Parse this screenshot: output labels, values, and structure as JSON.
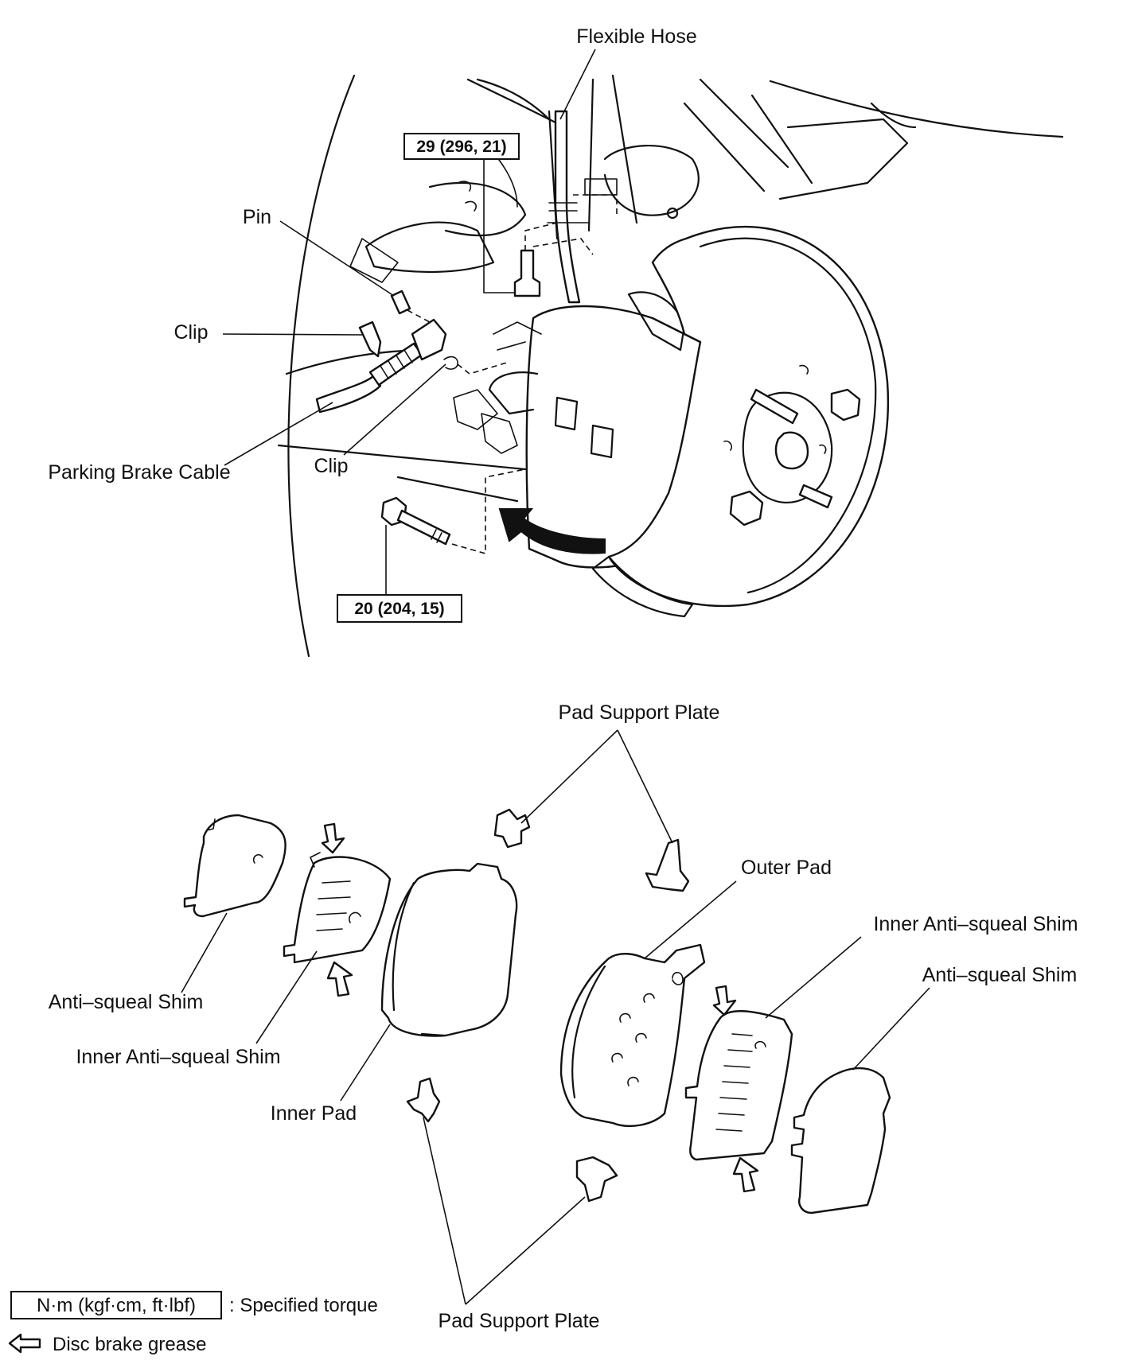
{
  "labels": {
    "flexible_hose": "Flexible Hose",
    "pin": "Pin",
    "clip_upper": "Clip",
    "clip_lower": "Clip",
    "parking_brake_cable": "Parking Brake Cable",
    "pad_support_plate_top": "Pad Support Plate",
    "outer_pad": "Outer Pad",
    "inner_anti_squeal_shim_right": "Inner Anti–squeal Shim",
    "anti_squeal_shim_right": "Anti–squeal Shim",
    "anti_squeal_shim_left": "Anti–squeal Shim",
    "inner_anti_squeal_shim_left": "Inner Anti–squeal Shim",
    "inner_pad": "Inner Pad",
    "pad_support_plate_bottom": "Pad Support Plate"
  },
  "torques": {
    "hose_bolt": "29 (296, 21)",
    "caliper_bolt": "20 (204, 15)"
  },
  "legend": {
    "torque_box": "N·m (kgf·cm, ft·lbf)",
    "torque_desc": ": Specified torque",
    "grease_desc": "Disc brake grease"
  }
}
